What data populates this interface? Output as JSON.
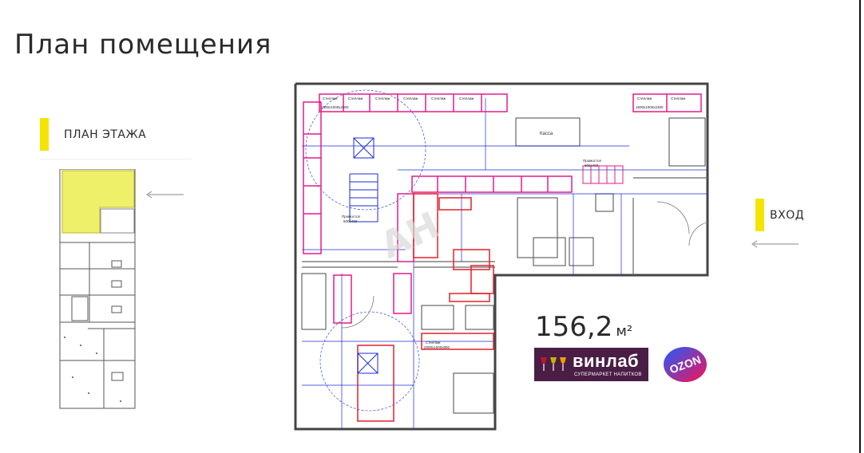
{
  "page": {
    "title": "План помещения"
  },
  "floor_plan_label": "ПЛАН ЭТАЖА",
  "entrance_label": "ВХОД",
  "area": {
    "value": "156,2",
    "unit": "м²"
  },
  "logos": {
    "vinlab": {
      "name": "винлаб",
      "tagline": "СУПЕРМАРКЕТ НАПИТКОВ"
    },
    "ozon": {
      "text": "OZON"
    }
  },
  "plan_labels": {
    "kassa": "Касса",
    "shelf": "Стеллаж",
    "shelf_size": "1500x1000x2300",
    "promo": "Промостол",
    "promo_size": "600x400",
    "shelf_corner_size": "2000x1000x800"
  },
  "colors": {
    "accent_yellow": "#f4e400",
    "vinlab_purple": "#4a1d45",
    "ozon_blue": "#1f5cff",
    "ozon_pink": "#f91155",
    "plan_blue": "#1b2bd6",
    "plan_magenta": "#e21d8a",
    "plan_red": "#e3202a"
  }
}
